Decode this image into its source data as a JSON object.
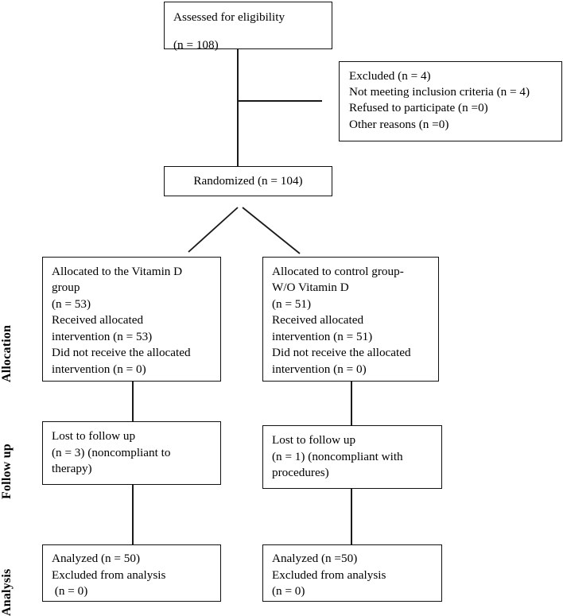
{
  "diagram": {
    "type": "consort-flow-diagram",
    "stage_labels": [
      {
        "id": "allocation",
        "text": "Allocation"
      },
      {
        "id": "follow_up",
        "text": "Follow up"
      },
      {
        "id": "analysis",
        "text": "Analysis"
      }
    ],
    "nodes": {
      "assessed": {
        "line1": "Assessed for eligibility",
        "line2": "(n = 108)"
      },
      "excluded": {
        "text": "Excluded (n = 4)\nNot meeting inclusion criteria (n = 4)\nRefused to participate (n =0)\nOther reasons (n =0)"
      },
      "randomized": {
        "text": "Randomized (n = 104)"
      },
      "allocation_left": {
        "text": "Allocated to the Vitamin D\ngroup\n(n = 53)\nReceived allocated\nintervention (n = 53)\nDid not receive the allocated\nintervention (n = 0)"
      },
      "allocation_right": {
        "text": "Allocated to control group-\nW/O Vitamin D\n(n = 51)\nReceived allocated\nintervention (n = 51)\nDid not receive the allocated\nintervention (n = 0)"
      },
      "followup_left": {
        "text": "Lost to follow up\n(n = 3) (noncompliant to\ntherapy)"
      },
      "followup_right": {
        "text": "Lost to follow up\n(n = 1) (noncompliant with\nprocedures)"
      },
      "analysis_left": {
        "text": "Analyzed (n = 50)\nExcluded from analysis\n (n = 0)"
      },
      "analysis_right": {
        "text": "Analyzed (n =50)\nExcluded from analysis\n(n = 0)"
      }
    },
    "colors": {
      "border": "#111111",
      "text": "#000000",
      "background": "#ffffff"
    }
  }
}
